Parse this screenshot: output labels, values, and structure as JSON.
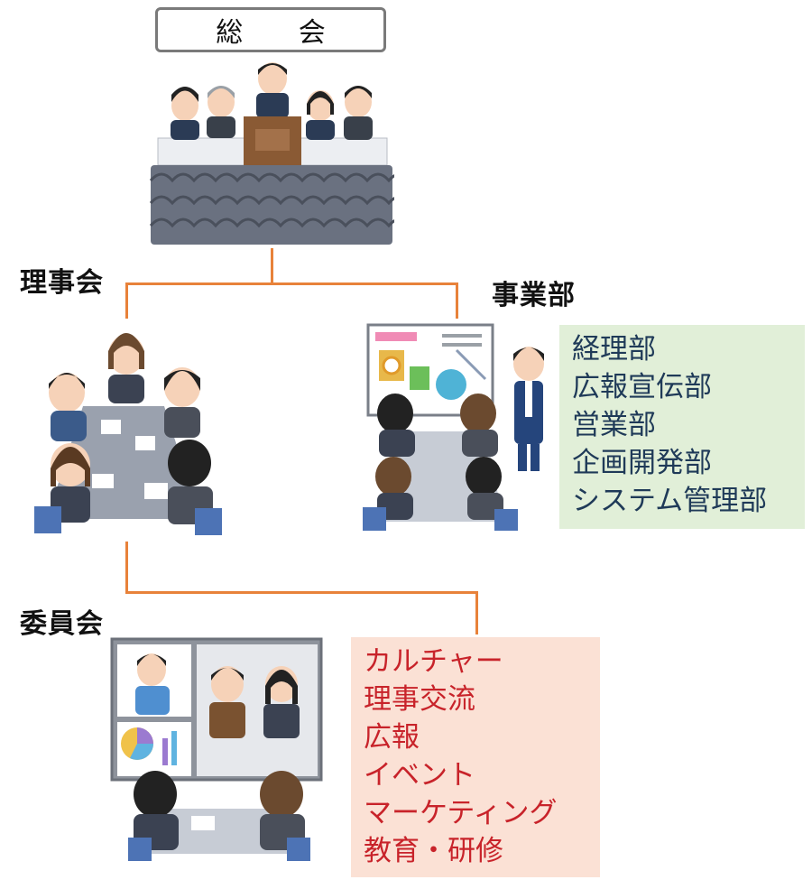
{
  "general_assembly": {
    "title": "総 会"
  },
  "board": {
    "heading": "理事会"
  },
  "business_dept": {
    "heading": "事業部",
    "departments": [
      "経理部",
      "広報宣伝部",
      "営業部",
      "企画開発部",
      "システム管理部"
    ]
  },
  "committee": {
    "heading": "委員会",
    "committees": [
      "カルチャー",
      "理事交流",
      "広報",
      "イベント",
      "マーケティング",
      "教育・研修"
    ]
  },
  "colors": {
    "connector": "#e8823a",
    "green_box": "#e1efd8",
    "pink_box": "#fbe1d5",
    "pink_text": "#c8232a",
    "green_text": "#1f3a58"
  }
}
